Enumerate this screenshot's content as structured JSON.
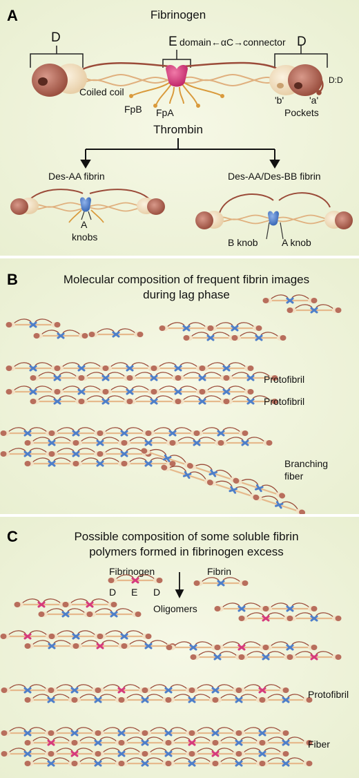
{
  "colors": {
    "background": "#eef2da",
    "coil": "#e6b98c",
    "d_domain": "#b86e5c",
    "d_domain_light": "#f2e2c6",
    "e_domain_fibrinogen": "#d63b7c",
    "e_domain_fibrin": "#4f7fc9",
    "alpha_c": "#9a4a38",
    "fibrinopeptide": "#d99a3c"
  },
  "panel_a": {
    "letter": "A",
    "title": "Fibrinogen",
    "label_d_left": "D",
    "label_e": "E",
    "label_domain_connector": "domain←αC→connector",
    "label_d_right": "D",
    "label_dd": "D:D",
    "label_b_pocket": "'b'",
    "label_a_pocket": "'a'",
    "label_pockets": "Pockets",
    "label_coiled_coil": "Coiled coil",
    "label_fpb": "FpB",
    "label_fpa": "FpA",
    "label_thrombin": "Thrombin",
    "label_des_aa": "Des-AA fibrin",
    "label_des_aa_bb": "Des-AA/Des-BB fibrin",
    "label_a_knobs_1": "A",
    "label_a_knobs_2": "knobs",
    "label_b_knob": "B knob",
    "label_a_knob": "A knob"
  },
  "panel_b": {
    "letter": "B",
    "title_line1": "Molecular composition of frequent fibrin images",
    "title_line2": "during lag phase",
    "label_protofibril_1": "Protofibril",
    "label_protofibril_2": "Protofibril",
    "label_branching_1": "Branching",
    "label_branching_2": "fiber"
  },
  "panel_c": {
    "letter": "C",
    "title_line1": "Possible composition of some soluble fibrin",
    "title_line2": "polymers formed in fibrinogen excess",
    "label_fibrinogen": "Fibrinogen",
    "label_fibrin": "Fibrin",
    "label_d1": "D",
    "label_e": "E",
    "label_d2": "D",
    "label_oligomers": "Oligomers",
    "label_protofibril": "Protofibril",
    "label_fiber": "Fiber"
  }
}
